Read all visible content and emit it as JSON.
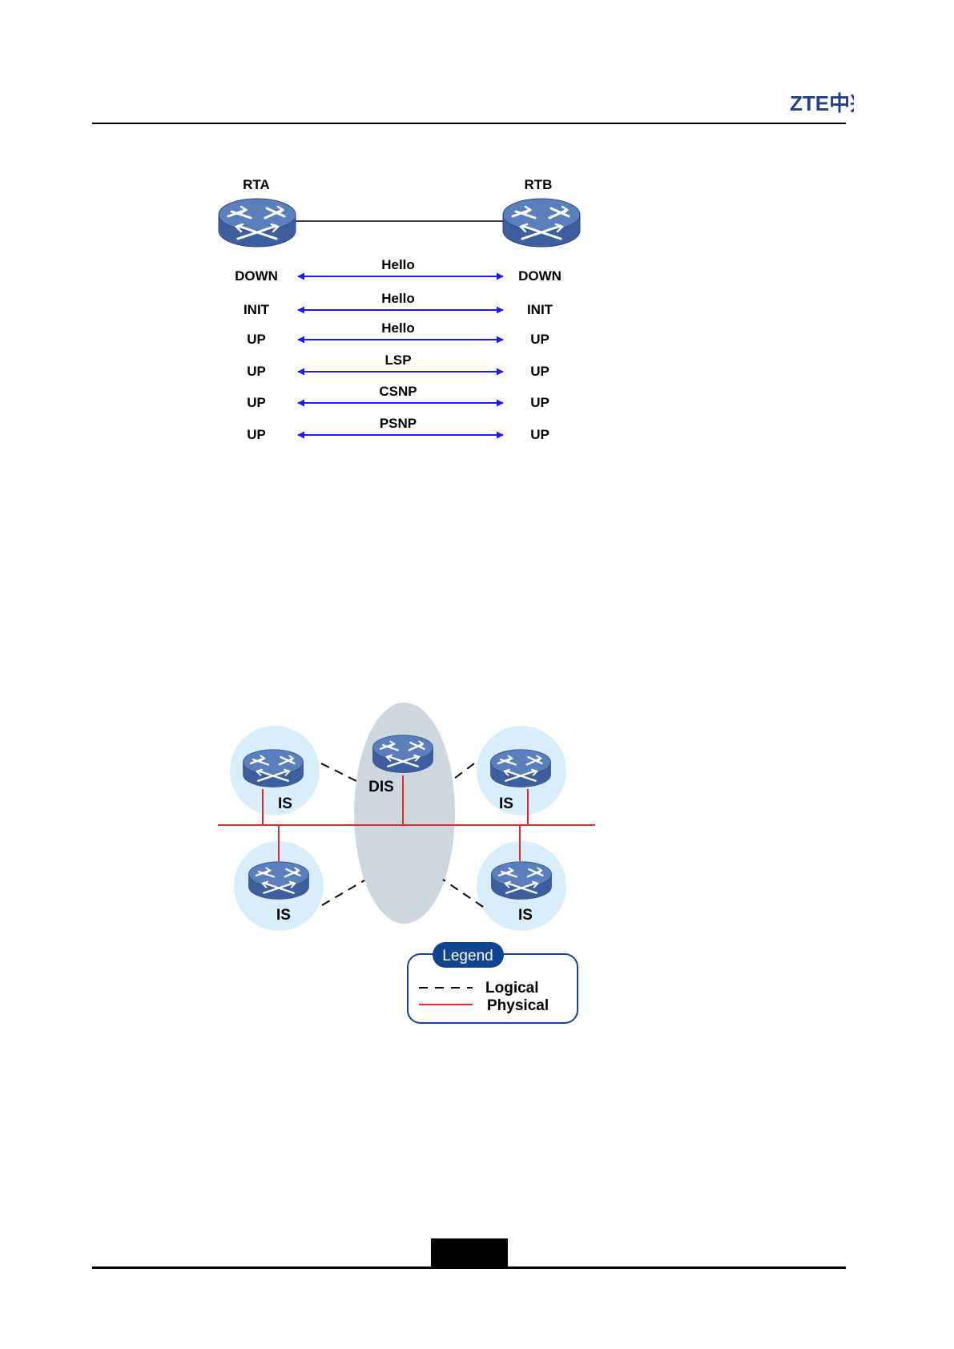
{
  "header": {
    "logo_text": "ZTE中兴",
    "logo_color": "#1f3f8f"
  },
  "colors": {
    "router_top": "#5b7fbd",
    "router_side": "#3d5f9f",
    "arrow_blue": "#1a1aff",
    "physical_red": "#e8262c",
    "is_halo": "#d8effb",
    "dis_ellipse": "#cdd8de",
    "legend_badge": "#124591"
  },
  "adjacency_diagram": {
    "left_router": "RTA",
    "right_router": "RTB",
    "exchanges": [
      {
        "left_state": "DOWN",
        "message": "Hello",
        "right_state": "DOWN"
      },
      {
        "left_state": "INIT",
        "message": "Hello",
        "right_state": "INIT"
      },
      {
        "left_state": "UP",
        "message": "Hello",
        "right_state": "UP"
      },
      {
        "left_state": "UP",
        "message": "LSP",
        "right_state": "UP"
      },
      {
        "left_state": "UP",
        "message": "CSNP",
        "right_state": "UP"
      },
      {
        "left_state": "UP",
        "message": "PSNP",
        "right_state": "UP"
      }
    ]
  },
  "dis_diagram": {
    "dis_label": "DIS",
    "is_nodes": [
      "IS",
      "IS",
      "IS",
      "IS"
    ],
    "legend": {
      "title": "Legend",
      "logical": "Logical",
      "physical": "Physical"
    }
  }
}
